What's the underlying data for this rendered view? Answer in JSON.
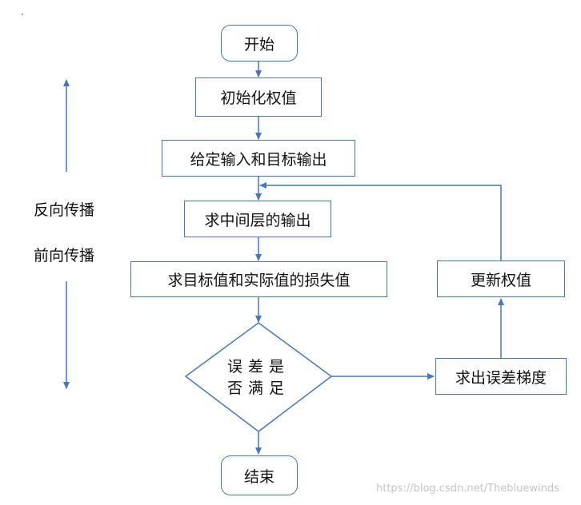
{
  "nodes": {
    "start": "开始",
    "init_weights": "初始化权值",
    "given_io": "给定输入和目标输出",
    "hidden_output": "求中间层的输出",
    "loss": "求目标值和实际值的损失值",
    "decision_line1": "误差是",
    "decision_line2": "否满足",
    "gradient": "求出误差梯度",
    "update_weights": "更新权值",
    "end": "结束"
  },
  "side_labels": {
    "backward": "反向传播",
    "forward": "前向传播"
  },
  "watermark": "https://blog.csdn.net/Thebluewinds",
  "colors": {
    "stroke": "#4a77b4",
    "text": "#111111",
    "watermark": "#c4c4c4"
  }
}
